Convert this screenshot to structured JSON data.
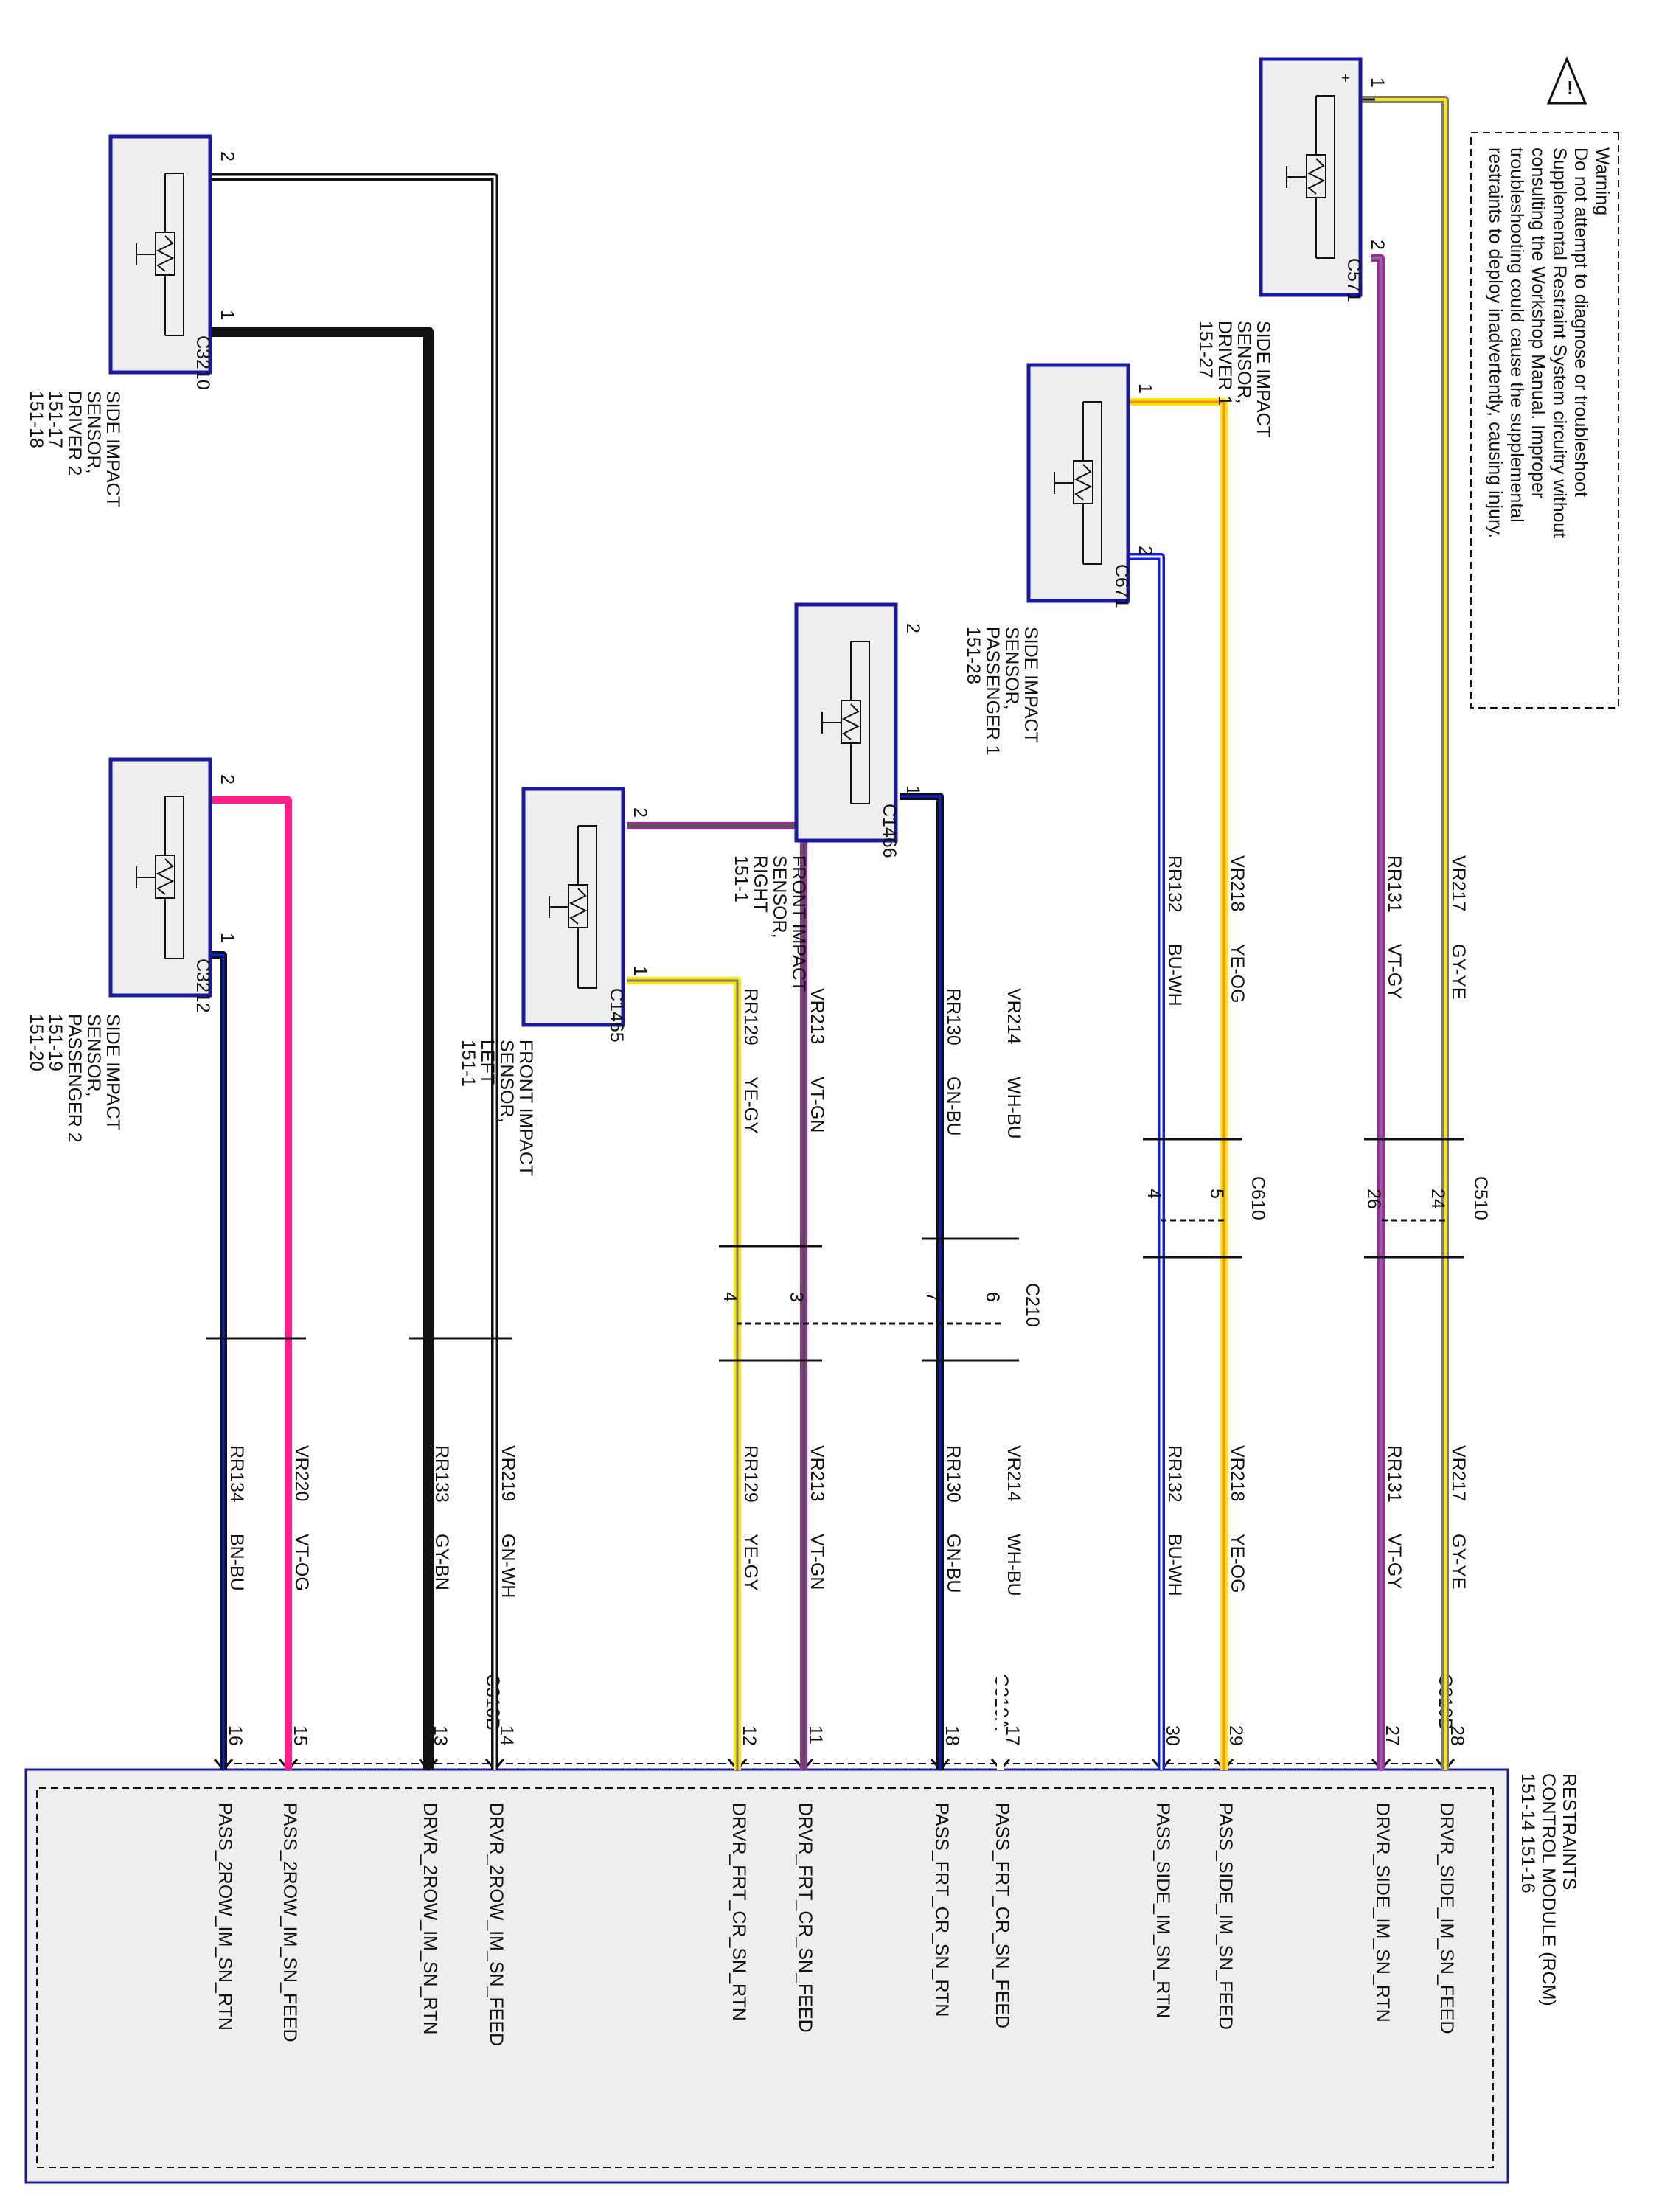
{
  "warning": {
    "title": "Warning",
    "lines": [
      "Do not attempt to diagnose or troubleshoot",
      "Supplemental Restraint System circuitry without",
      "consulting the Workshop Manual. Improper",
      "troubleshooting could cause the supplemental",
      "restraints to deploy inadvertently, causing injury."
    ]
  },
  "module": {
    "name_lines": [
      "RESTRAINTS",
      "CONTROL MODULE (RCM)",
      "151-14   151-16"
    ]
  },
  "module_pins": [
    {
      "pin": "28",
      "signal": "DRVR_SIDE_IM_SN_FEED"
    },
    {
      "pin": "27",
      "signal": "DRVR_SIDE_IM_SN_RTN"
    },
    {
      "pin": "29",
      "signal": "PASS_SIDE_IM_SN_FEED"
    },
    {
      "pin": "30",
      "signal": "PASS_SIDE_IM_SN_RTN"
    },
    {
      "pin": "17",
      "signal": "PASS_FRT_CR_SN_FEED"
    },
    {
      "pin": "18",
      "signal": "PASS_FRT_CR_SN_RTN"
    },
    {
      "pin": "11",
      "signal": "DRVR_FRT_CR_SN_FEED"
    },
    {
      "pin": "12",
      "signal": "DRVR_FRT_CR_SN_RTN"
    },
    {
      "pin": "14",
      "signal": "DRVR_2ROW_IM_SN_FEED"
    },
    {
      "pin": "13",
      "signal": "DRVR_2ROW_IM_SN_RTN"
    },
    {
      "pin": "15",
      "signal": "PASS_2ROW_IM_SN_FEED"
    },
    {
      "pin": "16",
      "signal": "PASS_2ROW_IM_SN_RTN"
    }
  ],
  "module_connectors": [
    "C310B",
    "C310A",
    "C310B"
  ],
  "inline_connectors": {
    "c510": "C510",
    "c610": "C610",
    "c210": "C210"
  },
  "inline_pins": {
    "c510_a": "24",
    "c510_b": "26",
    "c610_a": "5",
    "c610_b": "4",
    "c210_a": "6",
    "c210_b": "7",
    "c210_c": "3",
    "c210_d": "4"
  },
  "sensors": [
    {
      "id": "driver1",
      "lines": [
        "SIDE IMPACT",
        "SENSOR,",
        "DRIVER 1",
        "151-27"
      ],
      "connector": "C571",
      "pin_a": "1",
      "pin_b": "2"
    },
    {
      "id": "passenger1",
      "lines": [
        "SIDE IMPACT",
        "SENSOR,",
        "PASSENGER 1",
        "151-28"
      ],
      "connector": "C671",
      "pin_a": "1",
      "pin_b": "2"
    },
    {
      "id": "front_right",
      "lines": [
        "FRONT IMPACT",
        "SENSOR,",
        "RIGHT",
        "151-1"
      ],
      "connector": "C1466",
      "pin_a": "2",
      "pin_b": "1"
    },
    {
      "id": "front_left",
      "lines": [
        "FRONT IMPACT",
        "SENSOR,",
        "LEFT",
        "151-1"
      ],
      "connector": "C1465",
      "pin_a": "2",
      "pin_b": "1"
    },
    {
      "id": "driver2",
      "lines": [
        "SIDE IMPACT",
        "SENSOR,",
        "DRIVER 2",
        "151-17",
        "151-18"
      ],
      "connector": "C3210",
      "pin_a": "2",
      "pin_b": "1"
    },
    {
      "id": "passenger2",
      "lines": [
        "SIDE IMPACT",
        "SENSOR,",
        "PASSENGER 2",
        "151-19",
        "151-20"
      ],
      "connector": "C3212",
      "pin_a": "2",
      "pin_b": "1"
    }
  ],
  "circuits": [
    {
      "id": "w1",
      "circuit": "VR217",
      "color": "GY-YE"
    },
    {
      "id": "w2",
      "circuit": "RR131",
      "color": "VT-GY"
    },
    {
      "id": "w3",
      "circuit": "VR218",
      "color": "YE-OG"
    },
    {
      "id": "w4",
      "circuit": "RR132",
      "color": "BU-WH"
    },
    {
      "id": "w5",
      "circuit": "VR214",
      "color": "WH-BU"
    },
    {
      "id": "w6",
      "circuit": "RR130",
      "color": "GN-BU"
    },
    {
      "id": "w7",
      "circuit": "VR213",
      "color": "VT-GN"
    },
    {
      "id": "w8",
      "circuit": "RR129",
      "color": "YE-GY"
    },
    {
      "id": "w9",
      "circuit": "VR219",
      "color": "GN-WH"
    },
    {
      "id": "w10",
      "circuit": "RR133",
      "color": "GY-BN"
    },
    {
      "id": "w11",
      "circuit": "VR220",
      "color": "VT-OG"
    },
    {
      "id": "w12",
      "circuit": "RR134",
      "color": "BN-BU"
    }
  ],
  "wire_colors": {
    "gray": "#7a7a7a",
    "yellow": "#ffe600",
    "violet": "#b01bb0",
    "blue": "#1020e0",
    "white": "#ffffff",
    "green": "#1e7a1e",
    "black": "#111111",
    "pink": "#ff1e8c",
    "brown": "#6b3a1a",
    "orange": "#ff8c1a",
    "module_border": "#1a1aa0",
    "box_fill": "#eeeeee"
  }
}
